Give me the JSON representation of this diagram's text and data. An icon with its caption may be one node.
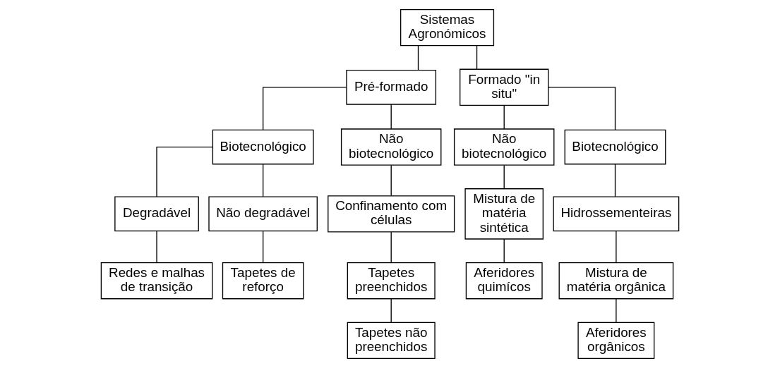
{
  "diagram": {
    "nodes": [
      {
        "text": [
          "Sistemas Agronómicos"
        ]
      },
      {
        "text": [
          "Pré-formado"
        ]
      },
      {
        "text": [
          "Formado \"in situ\""
        ]
      },
      {
        "text": [
          "Biotecnológico"
        ]
      },
      {
        "text": [
          "Não biotecnológico"
        ]
      },
      {
        "text": [
          "Não biotecnológico"
        ]
      },
      {
        "text": [
          "Biotecnológico"
        ]
      },
      {
        "text": [
          "Degradável"
        ]
      },
      {
        "text": [
          "Não degradável"
        ]
      },
      {
        "text": [
          "Confinamento com células"
        ]
      },
      {
        "text": [
          "Mistura de matéria sintética"
        ]
      },
      {
        "text": [
          "Hidrossementeiras"
        ]
      },
      {
        "text": [
          "Redes e malhas de transição"
        ]
      },
      {
        "text": [
          "Tapetes de reforço"
        ]
      },
      {
        "text": [
          "Tapetes preenchidos"
        ]
      },
      {
        "text": [
          "Aferidores quimícos"
        ]
      },
      {
        "text": [
          "Mistura de matéria orgânica"
        ]
      },
      {
        "text": [
          "Tapetes não preenchidos"
        ]
      },
      {
        "text": [
          "Aferidores orgânicos"
        ]
      }
    ],
    "edges": [
      {
        "from": 0,
        "to": 1,
        "arrow": "none"
      },
      {
        "from": 0,
        "to": 2,
        "arrow": "none"
      },
      {
        "from": 1,
        "to": 3,
        "arrow": "none"
      },
      {
        "from": 1,
        "to": 4,
        "arrow": "none"
      },
      {
        "from": 2,
        "to": 5,
        "arrow": "none"
      },
      {
        "from": 2,
        "to": 6,
        "arrow": "none"
      },
      {
        "from": 3,
        "to": 7,
        "arrow": "none"
      },
      {
        "from": 3,
        "to": 8,
        "arrow": "none"
      },
      {
        "from": 4,
        "to": 9,
        "arrow": "none"
      },
      {
        "from": 5,
        "to": 10,
        "arrow": "none"
      },
      {
        "from": 6,
        "to": 11,
        "arrow": "none"
      },
      {
        "from": 7,
        "to": 12,
        "arrow": "none"
      },
      {
        "from": 8,
        "to": 13,
        "arrow": "none"
      },
      {
        "from": 9,
        "to": 14,
        "arrow": "none"
      },
      {
        "from": 10,
        "to": 15,
        "arrow": "none"
      },
      {
        "from": 11,
        "to": 16,
        "arrow": "none"
      },
      {
        "from": 14,
        "to": 17,
        "arrow": "none"
      },
      {
        "from": 16,
        "to": 18,
        "arrow": "none"
      }
    ]
  }
}
